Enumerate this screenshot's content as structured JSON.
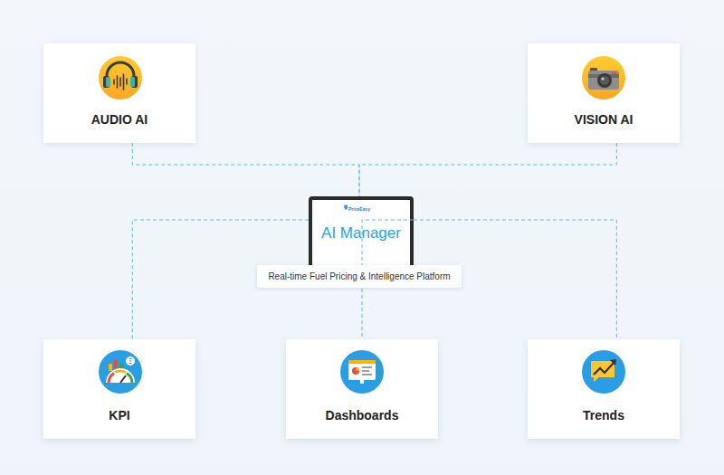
{
  "diagram": {
    "nodes": [
      {
        "text": [
          "AUDIO AI"
        ]
      },
      {
        "text": [
          "VISION AI"
        ]
      },
      {
        "text": [
          "PriceEasy",
          "AI Manager",
          "Real-time Fuel Pricing & Intelligence Platform"
        ]
      },
      {
        "text": [
          "KPI"
        ]
      },
      {
        "text": [
          "Dashboards"
        ]
      },
      {
        "text": [
          "Trends"
        ]
      }
    ],
    "edges": [
      {
        "from": 0,
        "to": 2,
        "arrow": "none"
      },
      {
        "from": 1,
        "to": 2,
        "arrow": "none"
      },
      {
        "from": 2,
        "to": 3,
        "arrow": "none"
      },
      {
        "from": 2,
        "to": 4,
        "arrow": "none"
      },
      {
        "from": 2,
        "to": 5,
        "arrow": "none"
      }
    ]
  }
}
